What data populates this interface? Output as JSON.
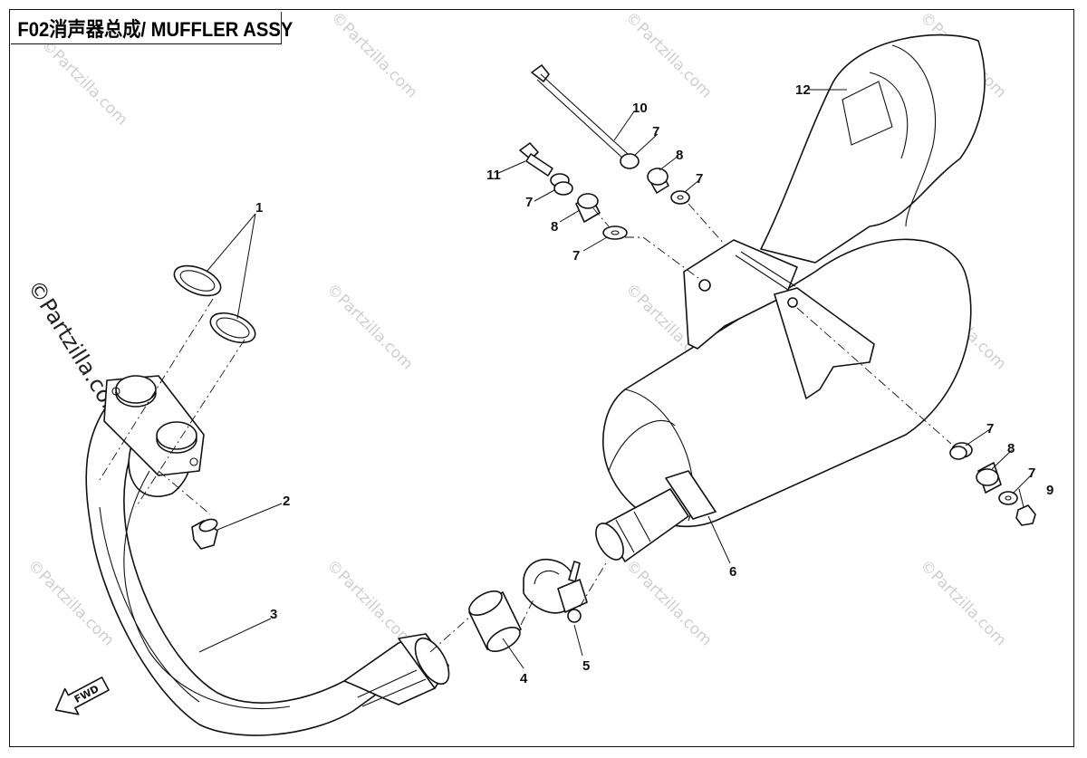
{
  "title": "F02消声器总成/ MUFFLER ASSY",
  "watermark": "©Partzilla.com",
  "fwd_label": "FWD",
  "callouts": {
    "c1": "1",
    "c2": "2",
    "c3": "3",
    "c4": "4",
    "c5": "5",
    "c6": "6",
    "c7a": "7",
    "c7b": "7",
    "c7c": "7",
    "c7d": "7",
    "c7e": "7",
    "c7f": "7",
    "c8a": "8",
    "c8b": "8",
    "c8c": "8",
    "c9": "9",
    "c10": "10",
    "c11": "11",
    "c12": "12"
  }
}
